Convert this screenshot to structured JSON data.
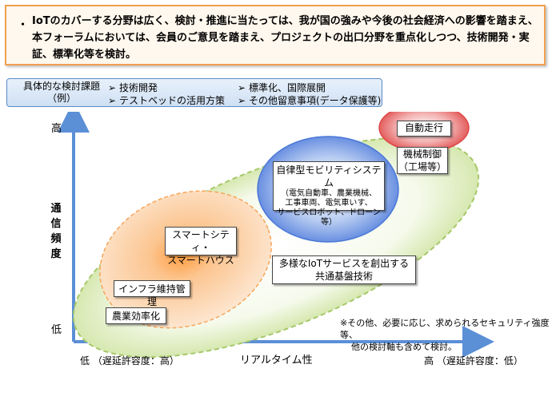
{
  "summary": {
    "bullet": "・",
    "text": "IoTのカバーする分野は広く、検討・推進に当たっては、我が国の強みや今後の社会経済への影響を踏まえ、本フォーラムにおいては、会員のご意見を踏まえ、プロジェクトの出口分野を重点化しつつ、技術開発・実証、標準化等を検討。"
  },
  "topics": {
    "label_line1": "具体的な検討課題",
    "label_line2": "（例）",
    "items": [
      "技術開発",
      "テストベッドの活用方策",
      "標準化、国際展開",
      "その他留意事項(データ保護等)"
    ]
  },
  "axes": {
    "y_high": "高",
    "y_low": "低",
    "y_title": "通信頻度",
    "x_low": "低 （遅延許容度：高）",
    "x_title": "リアルタイム性",
    "x_high": "高 （遅延許容度：低）"
  },
  "nodes": {
    "autonomous_driving": "自動走行",
    "machine_control_line1": "機械制御",
    "machine_control_line2": "（工場等）",
    "mobility_title": "自律型モビリティシステム",
    "mobility_line2": "（電気自動車、農業機械、",
    "mobility_line3": "工事車両、電気車いす、",
    "mobility_line4": "サービスロボット、ドローン等）",
    "smart_city_line1": "スマートシティ・",
    "smart_city_line2": "スマートハウス",
    "infrastructure": "インフラ維持管理",
    "agriculture": "農業効率化",
    "platform_line1": "多様なIoTサービスを創出する",
    "platform_line2": "共通基盤技術"
  },
  "note": {
    "line1": "※その他、必要に応じ、求められるセキュリティ強度等、",
    "line2": "他の検討軸も含めて検討。"
  },
  "colors": {
    "summary_border": "#f0a050",
    "topics_border": "#5a8bc4",
    "axis": "#5b8fd6",
    "outer_ellipse": "#a6c86a",
    "orange_ellipse": "#f6a55a",
    "blue_ellipse": "#4a78d8",
    "red_ellipse": "#e04848"
  }
}
